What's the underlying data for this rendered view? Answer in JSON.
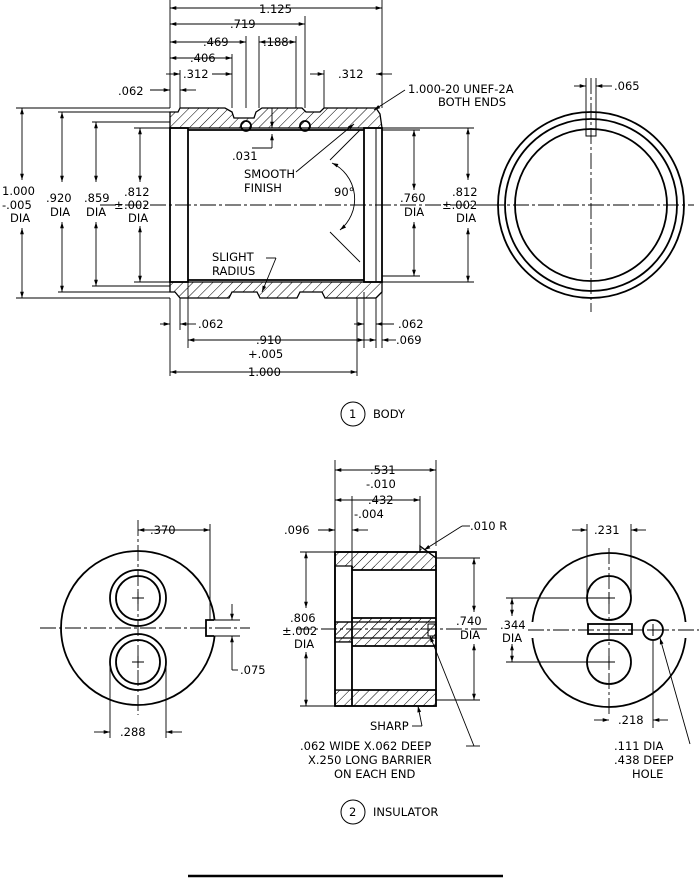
{
  "body": {
    "dims": {
      "d1125": "1.125",
      "d719": ".719",
      "d469": ".469",
      "d188": ".188",
      "d406": ".406",
      "d312a": ".312",
      "d312b": ".312",
      "d062a": ".062",
      "thread": "1.000-20 UNEF-2A",
      "thread_note": "BOTH ENDS",
      "d031": ".031",
      "smooth1": "SMOOTH",
      "smooth2": "FINISH",
      "angle": "90°",
      "od1": "1.000",
      "od2": "-.005",
      "od3": "DIA",
      "d920": ".920",
      "d920dia": "DIA",
      "d859": ".859",
      "d859dia": "DIA",
      "d812pm": "±",
      "d812": ".812",
      "d812tol": ".002",
      "d812dia": "DIA",
      "d760": ".760",
      "d760dia": "DIA",
      "r812": ".812",
      "r812tol": "±.002",
      "r812dia": "DIA",
      "slight1": "SLIGHT",
      "slight2": "RADIUS",
      "d062b": ".062",
      "d062c": ".062",
      "d910": ".910",
      "d910tol": "+.005",
      "d069": ".069",
      "d1000": "1.000",
      "d065": ".065"
    },
    "caption": {
      "number": "1",
      "label": "BODY"
    }
  },
  "insulator": {
    "dims": {
      "d370": ".370",
      "d075": ".075",
      "d288": ".288",
      "d531": ".531",
      "d531tol": "-.010",
      "d432": ".432",
      "d432tol": "-.004",
      "d096": ".096",
      "d010r": ".010 R",
      "d806": ".806",
      "d806tol": "±.002",
      "d806dia": "DIA",
      "d740": ".740",
      "d740dia": "DIA",
      "sharp": "SHARP",
      "barrier1": ".062 WIDE X.062 DEEP",
      "barrier2": "X.250 LONG BARRIER",
      "barrier3": "ON EACH END",
      "d231": ".231",
      "d344": ".344",
      "d344dia": "DIA",
      "d218": ".218",
      "hole1": ".111 DIA",
      "hole2": ".438 DEEP",
      "hole3": "HOLE"
    },
    "caption": {
      "number": "2",
      "label": "INSULATOR"
    }
  }
}
